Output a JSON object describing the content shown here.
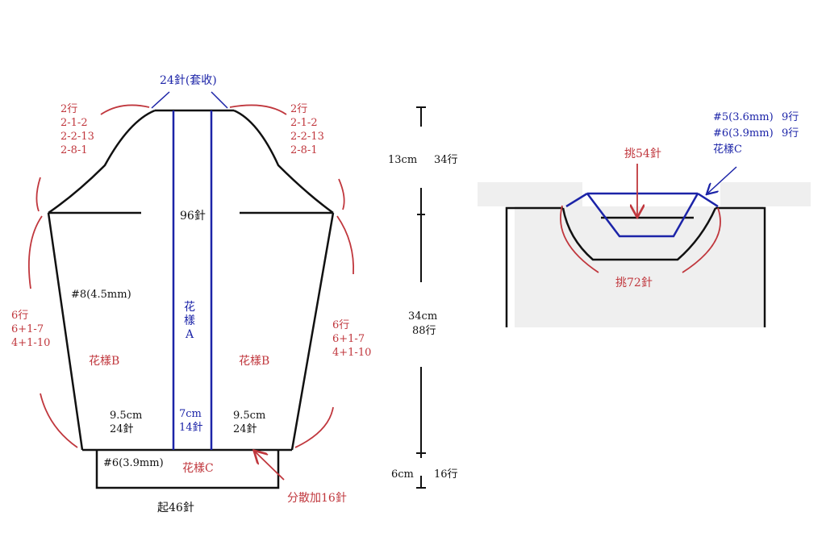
{
  "sleeve": {
    "top_cast_off": "24針(套收)",
    "left_cap_shaping": [
      "2行",
      "2-1-2",
      "2-2-13",
      "2-8-1"
    ],
    "right_cap_shaping": [
      "2行",
      "2-1-2",
      "2-2-13",
      "2-8-1"
    ],
    "cap_stitches": "96針",
    "needle_main": "#8(4.5mm)",
    "pattern_a": [
      "花",
      "樣",
      "A"
    ],
    "left_side_shaping": [
      "6行",
      "6+1-7",
      "4+1-10"
    ],
    "right_side_shaping": [
      "6行",
      "6+1-7",
      "4+1-10"
    ],
    "left_pattern": "花樣B",
    "right_pattern": "花樣B",
    "left_width": [
      "9.5cm",
      "24針"
    ],
    "center_width": [
      "7cm",
      "14針"
    ],
    "right_width": [
      "9.5cm",
      "24針"
    ],
    "cuff_needle": "#6(3.9mm)",
    "cuff_pattern": "花樣C",
    "increase_note": "分散加16針",
    "cast_on": "起46針"
  },
  "measurements": {
    "cap_cm": "13cm",
    "cap_rows": "34行",
    "body_cm": "34cm",
    "body_rows": "88行",
    "cuff_cm": "6cm",
    "cuff_rows": "16行"
  },
  "collar": {
    "needle_1": "#5(3.6mm)",
    "rows_1": "9行",
    "needle_2": "#6(3.9mm)",
    "rows_2": "9行",
    "pattern": "花樣C",
    "inner_pickup": "挑54針",
    "outer_pickup": "挑72針"
  },
  "colors": {
    "red": "#c0373d",
    "blue": "#1c24a8",
    "black": "#111111"
  }
}
